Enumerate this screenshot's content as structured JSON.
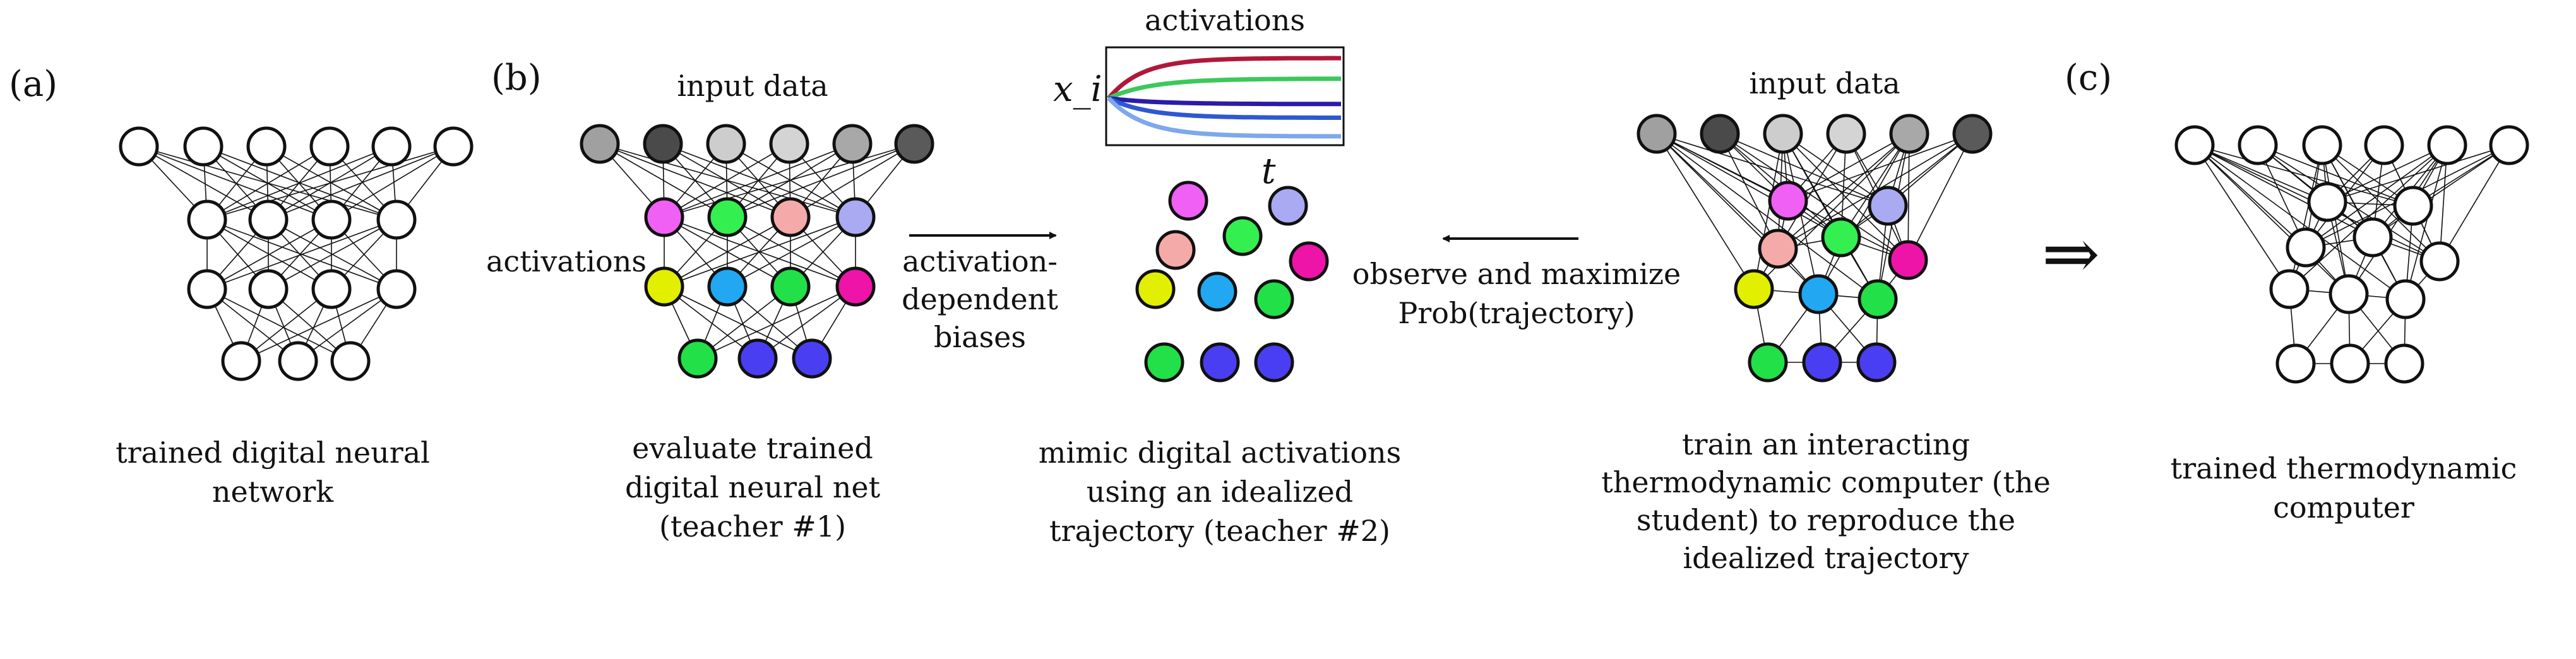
{
  "panels": {
    "a": {
      "letter": "(a)",
      "caption": [
        "trained digital neural",
        "network"
      ]
    },
    "b": {
      "letter": "(b)",
      "input_label": "input data",
      "activations_label": "activations",
      "teacher1_caption": [
        "evaluate trained",
        "digital neural net",
        "(teacher #1)"
      ],
      "arrow_label": [
        "activation-",
        "dependent",
        "biases"
      ],
      "plot_title": "activations",
      "plot_ylabel": "x_i",
      "plot_xlabel": "t",
      "teacher2_caption": [
        "mimic digital activations",
        "using an idealized",
        "trajectory (teacher #2)"
      ],
      "observe_label": [
        "observe and maximize",
        "Prob(trajectory)"
      ],
      "student_input_label": "input data",
      "student_caption": [
        "train an interacting",
        "thermodynamic computer (the",
        "student) to reproduce the",
        "idealized trajectory"
      ]
    },
    "implies_symbol": "⇒",
    "c": {
      "letter": "(c)",
      "caption": [
        "trained thermodynamic",
        "computer"
      ]
    }
  },
  "colors": {
    "input": [
      "#a0a0a0",
      "#4a4a4a",
      "#cdcdcd",
      "#d4d4d4",
      "#a8a8a8",
      "#5a5a5a"
    ],
    "hidden1": [
      "#f060f5",
      "#33f050",
      "#f5aaaa",
      "#aaaaf2"
    ],
    "hidden2": [
      "#e2f000",
      "#22a8f2",
      "#22e048",
      "#ee14a8"
    ],
    "output": [
      "#22e048",
      "#4a3ef2",
      "#4a3ef2"
    ],
    "curves": [
      "#b0183a",
      "#3cc85a",
      "#2a1ca8",
      "#2e58d2",
      "#7ea8ec"
    ]
  }
}
